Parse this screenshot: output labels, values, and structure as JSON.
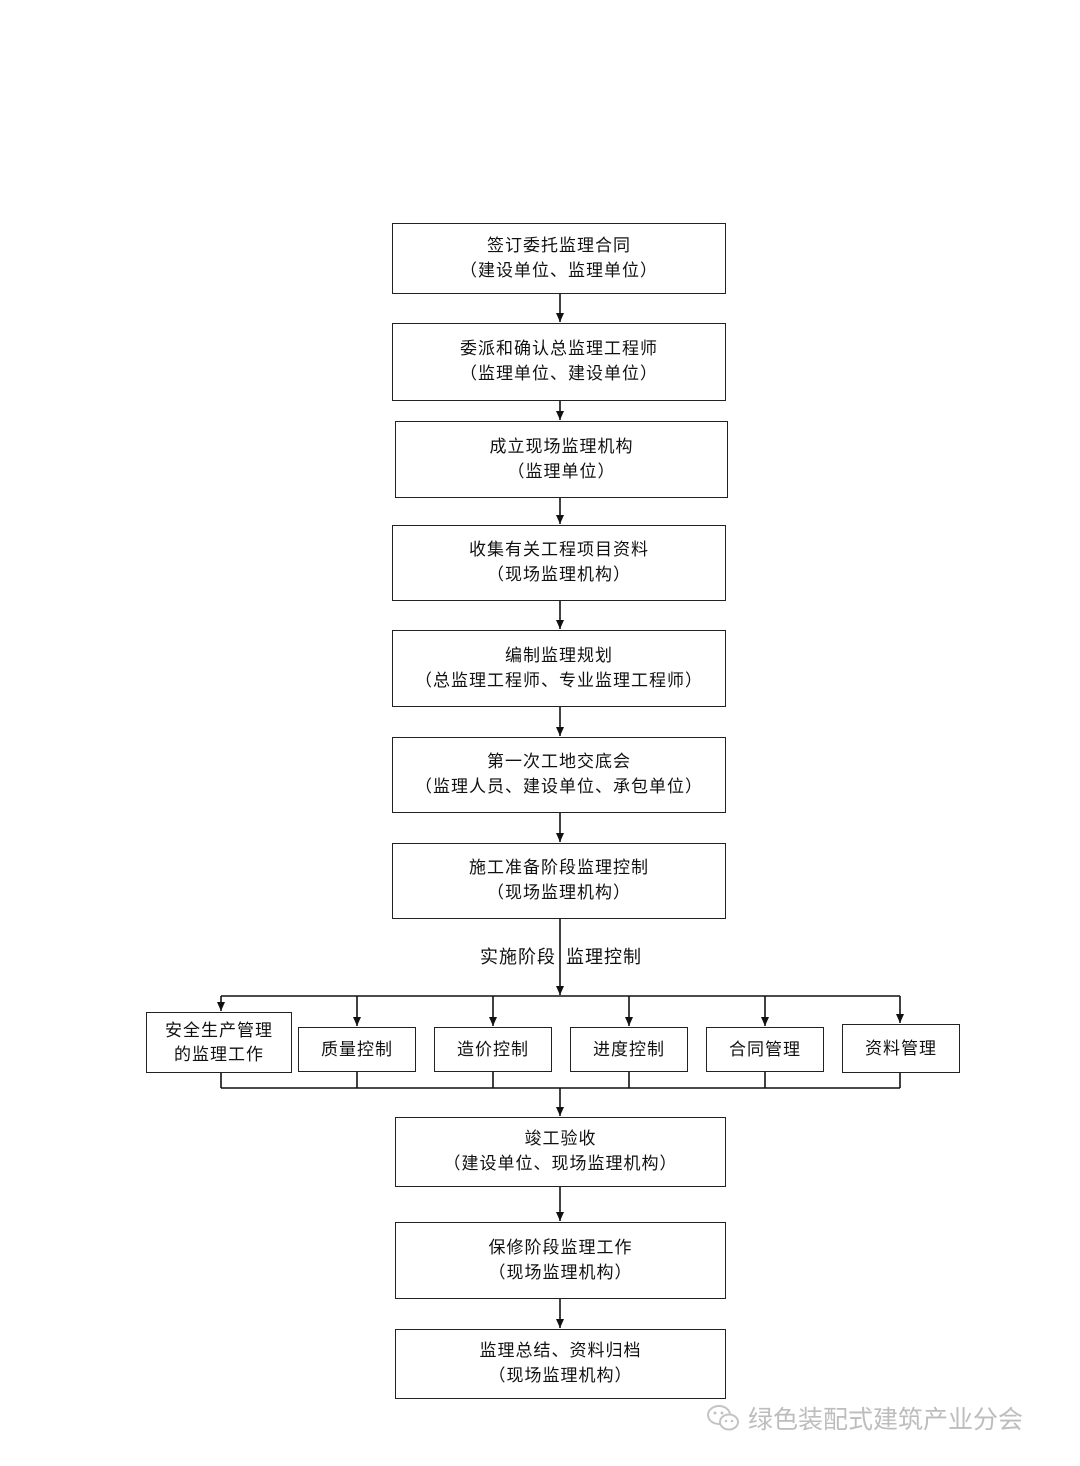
{
  "steps": [
    {
      "line1": "签订委托监理合同",
      "line2": "（建设单位、监理单位）"
    },
    {
      "line1": "委派和确认总监理工程师",
      "line2": "（监理单位、建设单位）"
    },
    {
      "line1": "成立现场监理机构",
      "line2": "（监理单位）"
    },
    {
      "line1": "收集有关工程项目资料",
      "line2": "（现场监理机构）"
    },
    {
      "line1": "编制监理规划",
      "line2": "（总监理工程师、专业监理工程师）"
    },
    {
      "line1": "第一次工地交底会",
      "line2": "（监理人员、建设单位、承包单位）"
    },
    {
      "line1": "施工准备阶段监理控制",
      "line2": "（现场监理机构）"
    }
  ],
  "phase_label": {
    "part1": "实施阶段",
    "part2": "监理控制"
  },
  "controls": [
    {
      "line1": "安全生产管理",
      "line2": "的监理工作"
    },
    {
      "line1": "质量控制",
      "line2": ""
    },
    {
      "line1": "造价控制",
      "line2": ""
    },
    {
      "line1": "进度控制",
      "line2": ""
    },
    {
      "line1": "合同管理",
      "line2": ""
    },
    {
      "line1": "资料管理",
      "line2": ""
    }
  ],
  "final_steps": [
    {
      "line1": "竣工验收",
      "line2": "（建设单位、现场监理机构）"
    },
    {
      "line1": "保修阶段监理工作",
      "line2": "（现场监理机构）"
    },
    {
      "line1": "监理总结、资料归档",
      "line2": "（现场监理机构）"
    }
  ],
  "watermark": {
    "text": "绿色装配式建筑产业分会",
    "icon": "wechat-icon"
  }
}
